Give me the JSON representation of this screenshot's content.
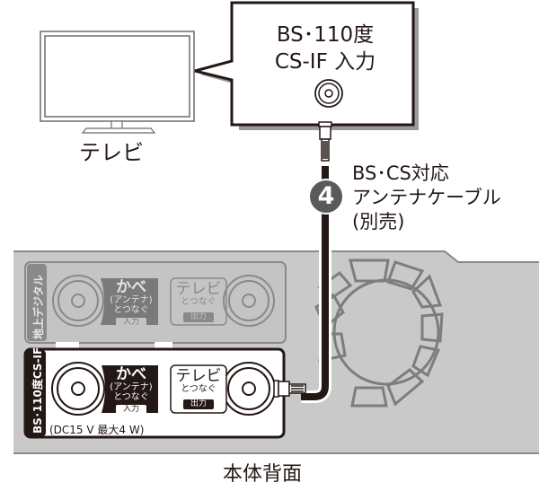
{
  "diagram": {
    "tv": {
      "label": "テレビ"
    },
    "callout": {
      "line1": "BS･110度",
      "line2": "CS-IF 入力"
    },
    "cable": {
      "step_number": "4",
      "line1": "BS･CS対応",
      "line2": "アンテナケーブル",
      "line3": "(別売)"
    },
    "panel": {
      "terrestrial": {
        "side_label": "地上デジタル",
        "input": {
          "title": "かべ",
          "sub1": "(アンテナ)",
          "sub2": "とつなぐ",
          "tag": "入力"
        },
        "output": {
          "title": "テレビ",
          "sub1": "とつなぐ",
          "tag": "出力"
        }
      },
      "satellite": {
        "side_label": "BS･110度CS-IF",
        "input": {
          "title": "かべ",
          "sub1": "(アンテナ)",
          "sub2": "とつなぐ",
          "tag": "入力"
        },
        "output": {
          "title": "テレビ",
          "sub1": "とつなぐ",
          "tag": "出力"
        },
        "power_spec": "(DC15 V 最大4 W)"
      }
    },
    "caption": "本体背面",
    "colors": {
      "panel_gray": "#c9c9c9",
      "line_dark": "#231815",
      "line_gray": "#7d7d7d",
      "badge_gray": "#5a5a5a"
    }
  }
}
